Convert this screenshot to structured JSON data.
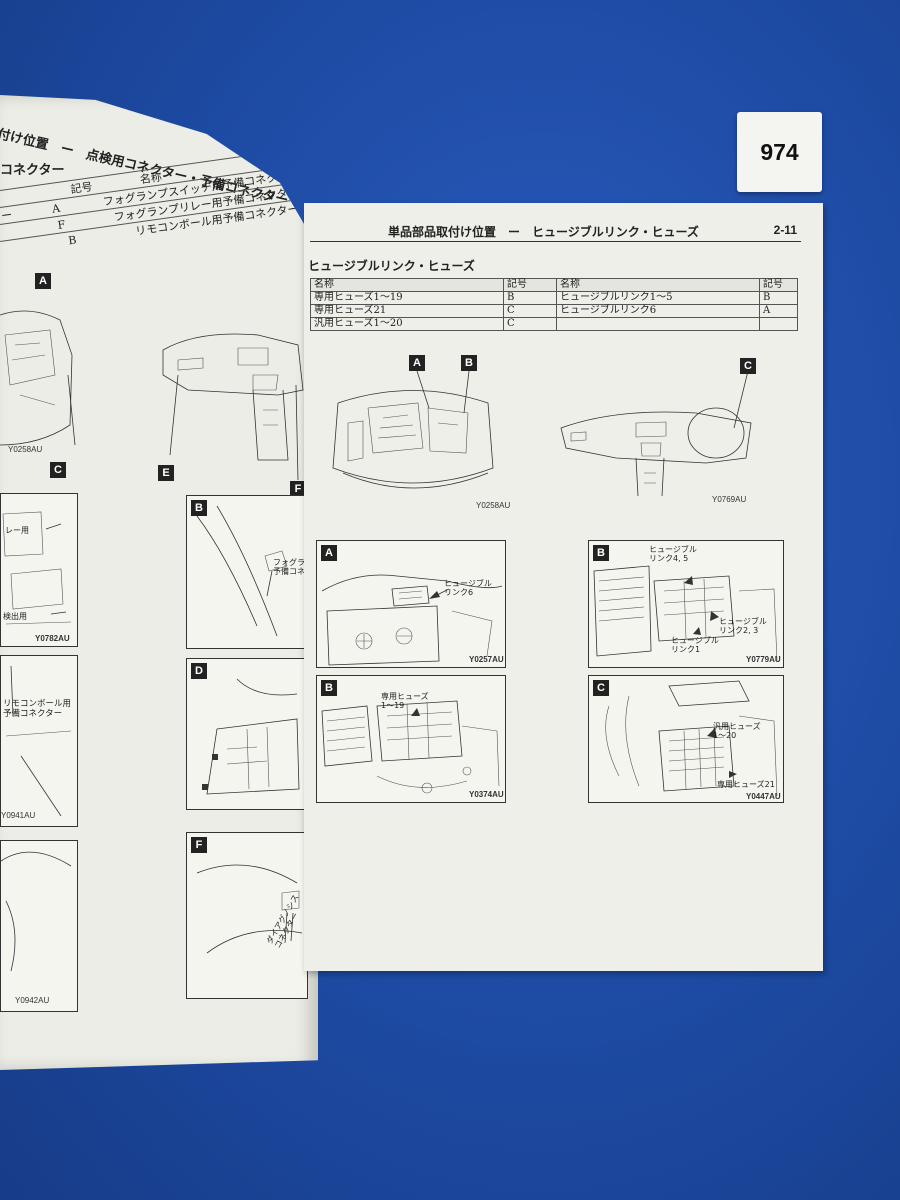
{
  "sticker": {
    "number": "974"
  },
  "left_page": {
    "header": "付け位置　ー　点検用コネクター・予備コネクター",
    "subtitle": "コネクター",
    "table": {
      "headers": [
        "",
        "記号",
        "名称"
      ],
      "rows": [
        [
          "ー",
          "A",
          "フォグランプスイッチ用予備コネクター"
        ],
        [
          "",
          "F",
          "フォグランプリレー用予備コネクター"
        ],
        [
          "",
          "B",
          "リモコンボール用予備コネクター"
        ]
      ]
    },
    "figures": {
      "overview_code_1": "Y0258AU",
      "panel_letters": [
        "A",
        "C",
        "E",
        "F",
        "B",
        "D",
        "F"
      ],
      "relay_label": "レー用",
      "inspection_label": "検出用",
      "code_y0782": "Y0782AU",
      "fog_label": "フォグランプ\n予備コネク",
      "remote_label": "リモコンボール用\n予備コネクター",
      "code_y0941": "Y0941AU",
      "code_y0942": "Y0942AU",
      "diag_label": "ダイアグノシス\nコネクター"
    }
  },
  "right_page": {
    "header": "単品部品取付け位置　ー　ヒュージブルリンク・ヒューズ",
    "page_number": "2-11",
    "section_title": "ヒュージブルリンク・ヒューズ",
    "table": {
      "headers": [
        "名称",
        "記号",
        "名称",
        "記号"
      ],
      "rows": [
        [
          "専用ヒューズ1〜19",
          "B",
          "ヒュージブルリンク1〜5",
          "B"
        ],
        [
          "専用ヒューズ21",
          "C",
          "ヒュージブルリンク6",
          "A"
        ],
        [
          "汎用ヒューズ1〜20",
          "C",
          "",
          ""
        ]
      ]
    },
    "figures": {
      "engine_letters": [
        "A",
        "B"
      ],
      "engine_code": "Y0258AU",
      "dash_letter": "C",
      "dash_code": "Y0769AU",
      "panels": [
        {
          "letter": "A",
          "callout": "ヒュージブル\nリンク6",
          "code": "Y0257AU"
        },
        {
          "letter": "B",
          "callout_1": "ヒュージブル\nリンク4, 5",
          "callout_2": "ヒュージブル\nリンク2, 3",
          "callout_3": "ヒュージブル\nリンク1",
          "code": "Y0779AU"
        },
        {
          "letter": "B",
          "callout": "専用ヒューズ\n1〜19",
          "code": "Y0374AU"
        },
        {
          "letter": "C",
          "callout_1": "汎用ヒューズ\n1〜20",
          "callout_2": "専用ヒューズ21",
          "code": "Y0447AU"
        }
      ]
    }
  }
}
